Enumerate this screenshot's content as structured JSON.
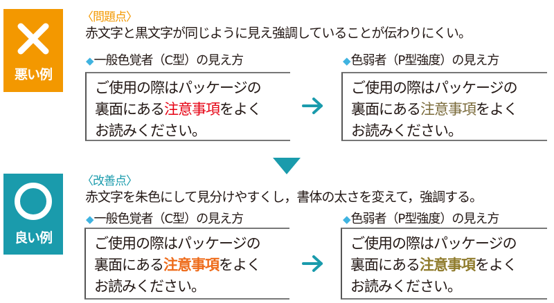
{
  "bad_example": {
    "badge_label": "悪い例",
    "badge_icon": "cross-icon",
    "badge_color": "#f39800",
    "heading": "〈問題点〉",
    "description": "赤文字と黒文字が同じように見え強調していることが伝わりにくい。",
    "normal_view": {
      "caption": "一般色覚者（C型）の見え方",
      "line1": "ご使用の際はパッケージの",
      "line2_pre": "裏面にある",
      "line2_highlight": "注意事項",
      "line2_post": "をよく",
      "line3": "お読みください。",
      "highlight_color": "#e60012"
    },
    "weak_view": {
      "caption": "色弱者（P型強度）の見え方",
      "line1": "ご使用の際はパッケージの",
      "line2_pre": "裏面にある",
      "line2_highlight": "注意事項",
      "line2_post": "をよく",
      "line3": "お読みください。",
      "highlight_color": "#7a6a3a"
    }
  },
  "good_example": {
    "badge_label": "良い例",
    "badge_icon": "circle-icon",
    "badge_color": "#1a9bac",
    "heading": "〈改善点〉",
    "description": "赤文字を朱色にして見分けやすくし，書体の太さを変えて，強調する。",
    "normal_view": {
      "caption": "一般色覚者（C型）の見え方",
      "line1": "ご使用の際はパッケージの",
      "line2_pre": "裏面にある",
      "line2_highlight": "注意事項",
      "line2_post": "をよく",
      "line3": "お読みください。",
      "highlight_color": "#ee6b1a"
    },
    "weak_view": {
      "caption": "色弱者（P型強度）の見え方",
      "line1": "ご使用の際はパッケージの",
      "line2_pre": "裏面にある",
      "line2_highlight": "注意事項",
      "line2_post": "をよく",
      "line3": "お読みください。",
      "highlight_color": "#8f7b2c"
    }
  },
  "bullet_glyph": "◆",
  "arrow_icon": "arrow-right-icon",
  "transition_icon": "triangle-down-icon",
  "accent_color": "#1a9bac"
}
